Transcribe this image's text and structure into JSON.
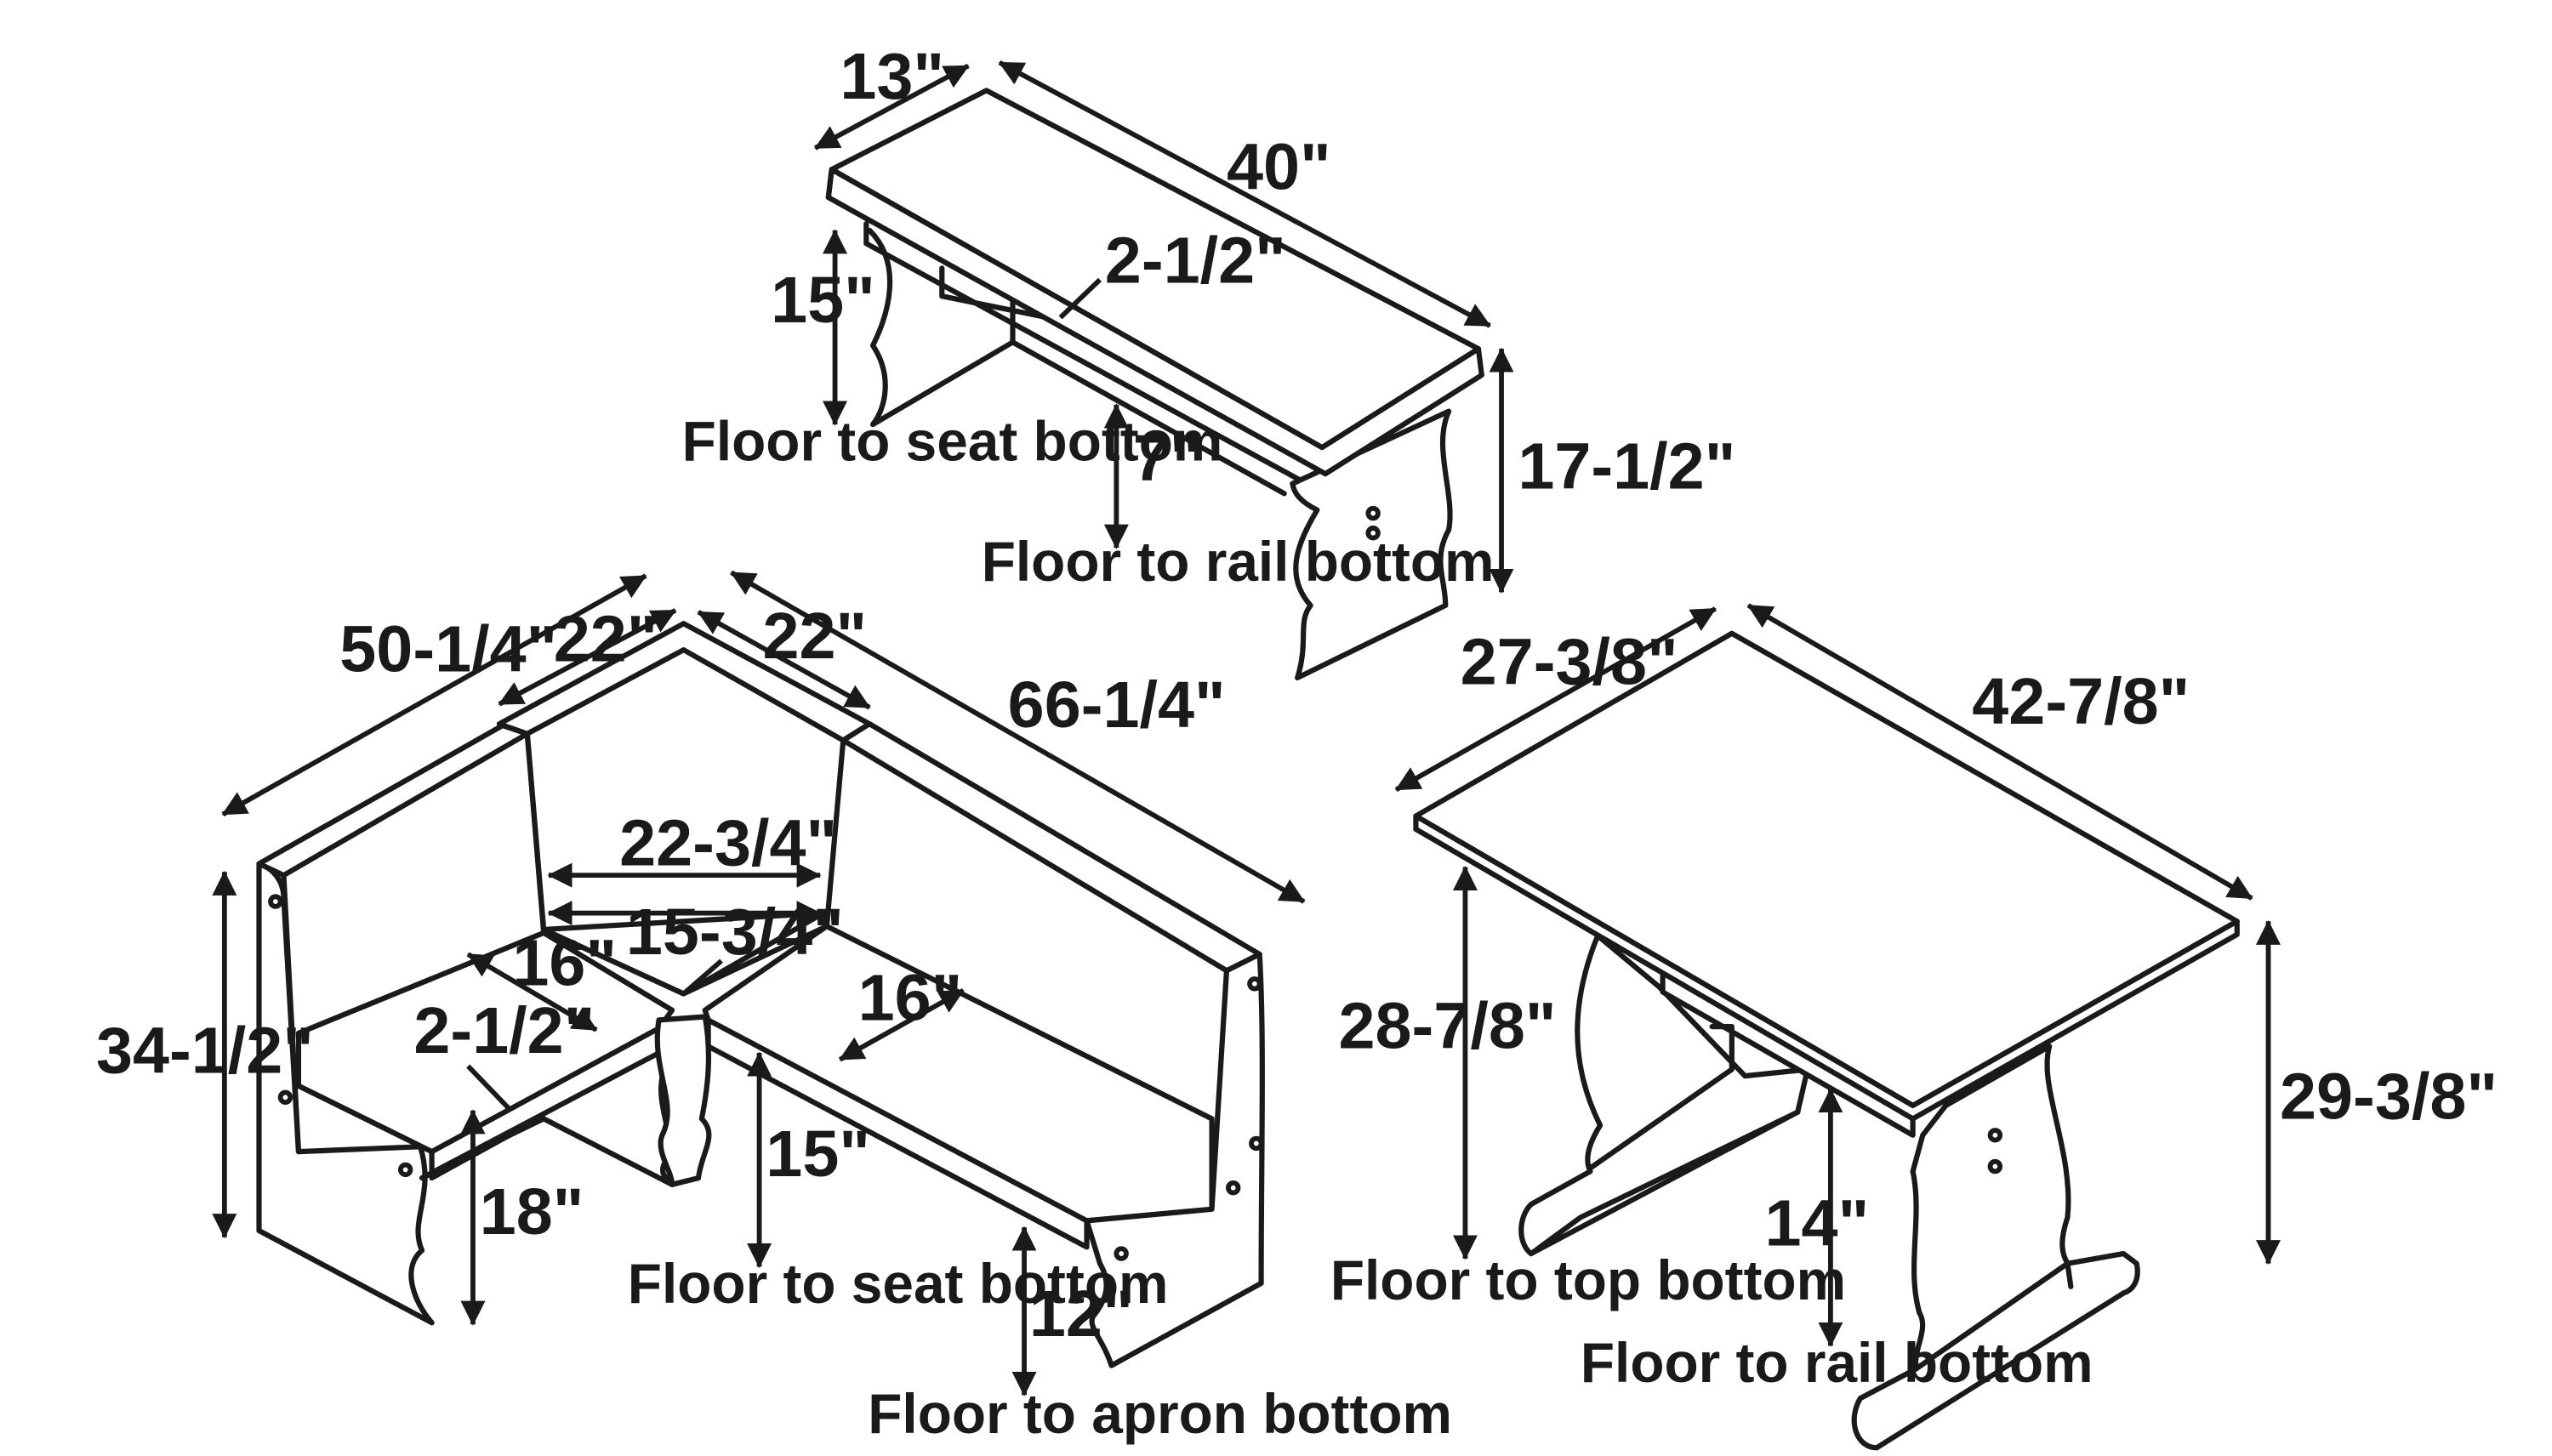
{
  "colors": {
    "ink": "#1a1a1a",
    "background": "#ffffff"
  },
  "bench": {
    "depth": "13\"",
    "length": "40\"",
    "cushion_thickness": "2-1/2\"",
    "seat_bottom_height": "15\"",
    "seat_bottom_note": "Floor to seat bottom",
    "rail_bottom_height": "7\"",
    "rail_bottom_note": "Floor to rail bottom",
    "overall_height": "17-1/2\""
  },
  "corner_bench": {
    "left_length": "50-1/4\"",
    "corner_width_left": "22\"",
    "corner_width_right": "22\"",
    "right_length": "66-1/4\"",
    "corner_outer_width": "22-3/4\"",
    "corner_inner_width": "15-3/4\"",
    "left_seat_depth": "16\"",
    "right_seat_depth": "16\"",
    "cushion_thickness": "2-1/2\"",
    "overall_height": "34-1/2\"",
    "left_seat_height": "18\"",
    "seat_bottom_height": "15\"",
    "seat_bottom_note": "Floor to seat bottom",
    "apron_bottom_height": "12\"",
    "apron_bottom_note": "Floor to apron bottom"
  },
  "table": {
    "width": "27-3/8\"",
    "length": "42-7/8\"",
    "top_bottom_height": "28-7/8\"",
    "top_bottom_note": "Floor to top bottom",
    "overall_height": "29-3/8\"",
    "rail_bottom_height": "14\"",
    "rail_bottom_note": "Floor to rail bottom"
  }
}
